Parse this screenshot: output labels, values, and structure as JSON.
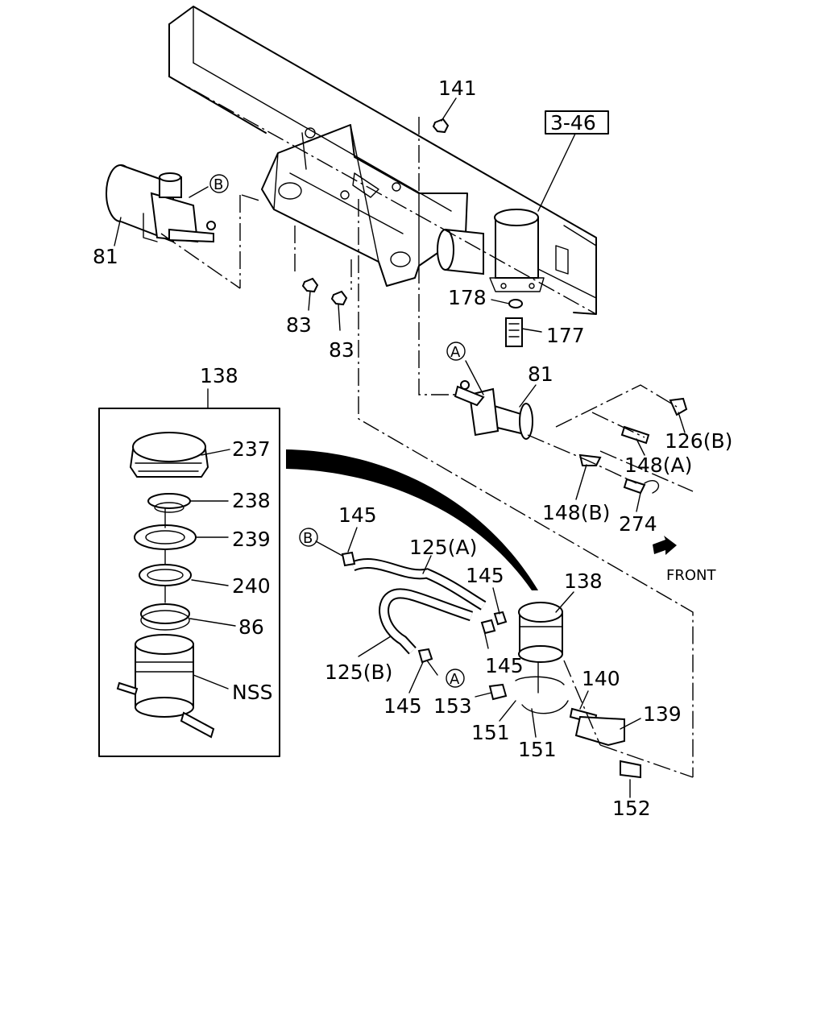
{
  "labels": {
    "l141": "141",
    "l346": "3-46",
    "lB1": "B",
    "l81a": "81",
    "l83a": "83",
    "l83b": "83",
    "l178": "178",
    "l177": "177",
    "lA1": "A",
    "l81b": "81",
    "l126B": "126(B)",
    "l148A": "148(A)",
    "l148B": "148(B)",
    "l274": "274",
    "front": "FRONT",
    "l138a": "138",
    "l237": "237",
    "l238": "238",
    "l239": "239",
    "l240": "240",
    "l86": "86",
    "lNSS": "NSS",
    "l145a": "145",
    "lB2": "B",
    "l125A": "125(A)",
    "l145b": "145",
    "l138b": "138",
    "l125B": "125(B)",
    "l145c": "145",
    "l145d": "145",
    "lA2": "A",
    "l153": "153",
    "l140": "140",
    "l139": "139",
    "l151a": "151",
    "l151b": "151",
    "l152": "152"
  }
}
